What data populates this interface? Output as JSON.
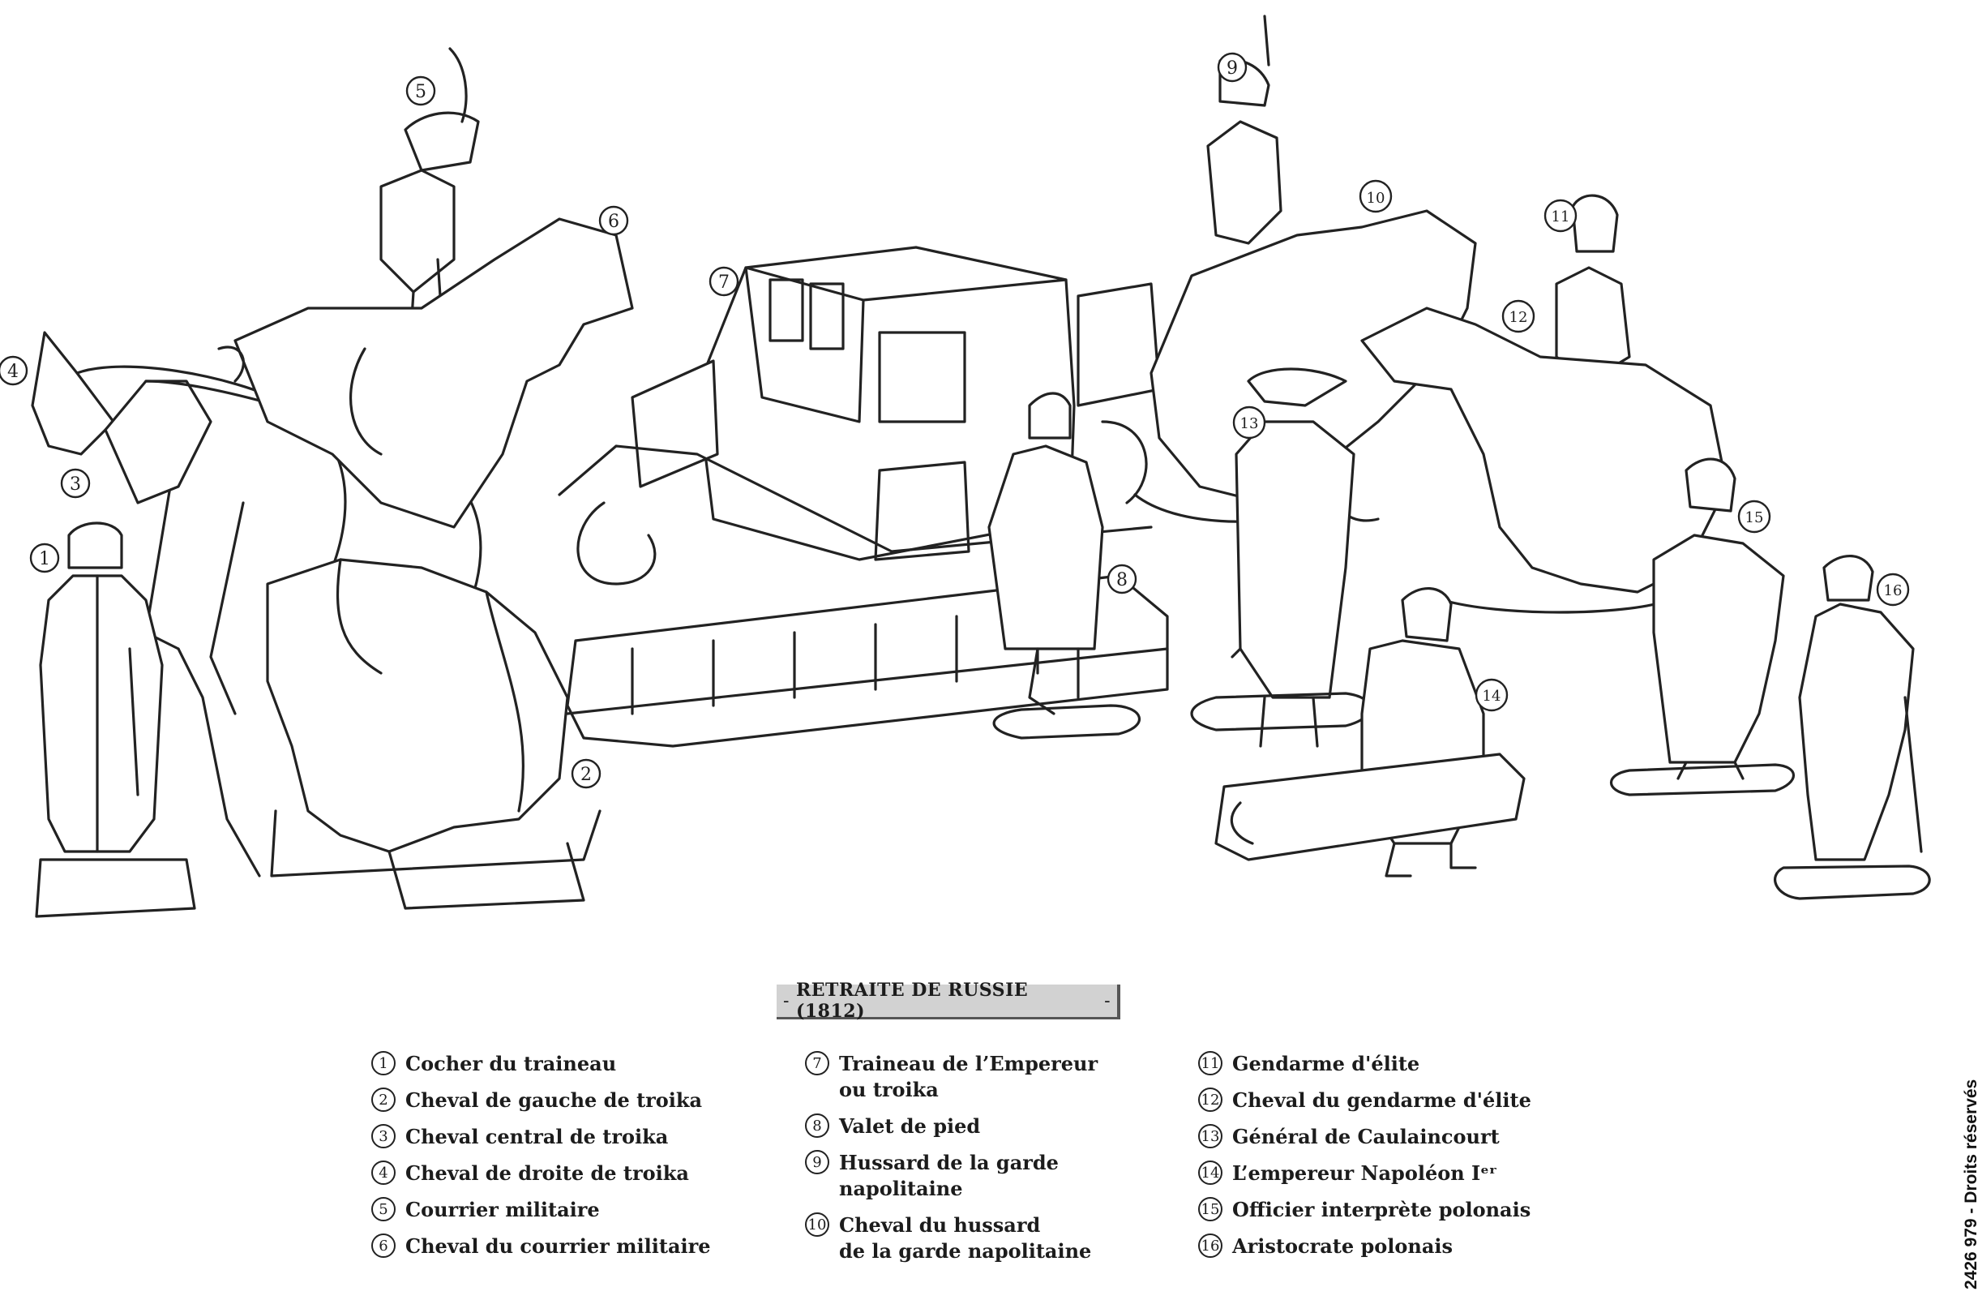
{
  "title": {
    "left_mark": "-",
    "text": "RETRAITE DE RUSSIE (1812)",
    "right_mark": "-"
  },
  "legend": {
    "columns": [
      [
        {
          "num": "1",
          "label": "Cocher du traineau"
        },
        {
          "num": "2",
          "label": "Cheval de gauche de troika"
        },
        {
          "num": "3",
          "label": "Cheval central de troika"
        },
        {
          "num": "4",
          "label": "Cheval de droite de troika"
        },
        {
          "num": "5",
          "label": "Courrier militaire"
        },
        {
          "num": "6",
          "label": "Cheval du courrier militaire"
        }
      ],
      [
        {
          "num": "7",
          "label": "Traineau de l’Empereur\nou troika"
        },
        {
          "num": "8",
          "label": "Valet de pied"
        },
        {
          "num": "9",
          "label": "Hussard de la garde\nnapolitaine"
        },
        {
          "num": "10",
          "label": "Cheval du hussard\nde la garde napolitaine"
        }
      ],
      [
        {
          "num": "11",
          "label": "Gendarme d'élite"
        },
        {
          "num": "12",
          "label": "Cheval du gendarme d'élite"
        },
        {
          "num": "13",
          "label": "Général de Caulaincourt"
        },
        {
          "num": "14",
          "label": "L’empereur Napoléon Iᵉʳ"
        },
        {
          "num": "15",
          "label": "Officier interprète polonais"
        },
        {
          "num": "16",
          "label": "Aristocrate polonais"
        }
      ]
    ]
  },
  "callouts": [
    "1",
    "2",
    "3",
    "4",
    "5",
    "6",
    "7",
    "8",
    "9",
    "10",
    "11",
    "12",
    "13",
    "14",
    "15",
    "16"
  ],
  "copyright": "2426 979 - Droits réservés"
}
